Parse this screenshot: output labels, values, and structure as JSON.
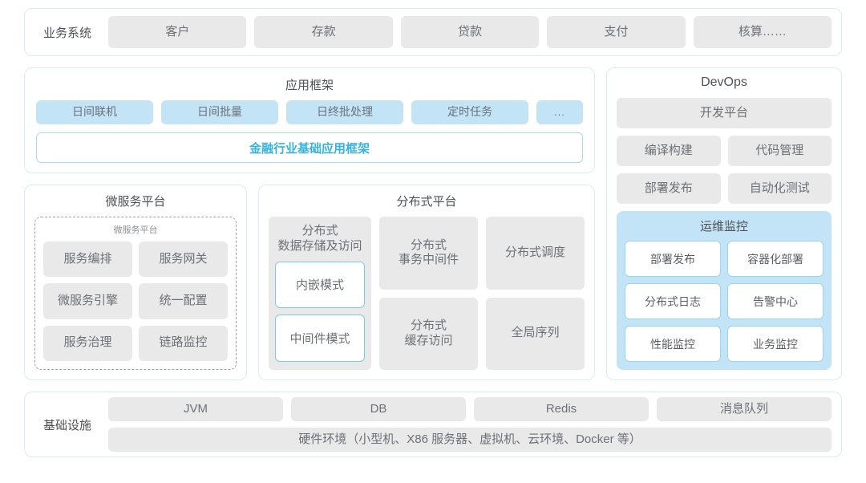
{
  "business_row": {
    "label": "业务系统",
    "items": [
      "客户",
      "存款",
      "贷款",
      "支付",
      "核算……"
    ]
  },
  "app_framework": {
    "title": "应用框架",
    "chips": [
      "日间联机",
      "日间批量",
      "日终批处理",
      "定时任务",
      "..."
    ],
    "finance_bar": "金融行业基础应用框架"
  },
  "micro_service": {
    "title": "微服务平台",
    "sub_title": "微服务平台",
    "items": [
      "服务编排",
      "服务网关",
      "微服务引擎",
      "统一配置",
      "服务治理",
      "链路监控"
    ]
  },
  "distributed": {
    "title": "分布式平台",
    "storage_caption": "分布式\n数据存储及访问",
    "storage_caption_line1": "分布式",
    "storage_caption_line2": "数据存储及访问",
    "modes": [
      "内嵌模式",
      "中间件模式"
    ],
    "grid": [
      {
        "line1": "分布式",
        "line2": "事务中间件"
      },
      {
        "line1": "分布式调度",
        "line2": ""
      },
      {
        "line1": "分布式",
        "line2": "缓存访问"
      },
      {
        "line1": "全局序列",
        "line2": ""
      }
    ]
  },
  "devops": {
    "title": "DevOps",
    "platform": "开发平台",
    "pairs": [
      "编译构建",
      "代码管理",
      "部署发布",
      "自动化测试"
    ],
    "ops_monitor": {
      "title": "运维监控",
      "items": [
        "部署发布",
        "容器化部署",
        "分布式日志",
        "告警中心",
        "性能监控",
        "业务监控"
      ]
    }
  },
  "infrastructure": {
    "label": "基础设施",
    "items": [
      "JVM",
      "DB",
      "Redis",
      "消息队列"
    ],
    "hardware": "硬件环境（小型机、X86 服务器、虚拟机、云环境、Docker 等）"
  },
  "colors": {
    "panel_border": "#d9ecf3",
    "chip_gray": "#e9e9e9",
    "chip_blue": "#c3e4f7",
    "accent_blue": "#35b3e0",
    "text_gray": "#6b7176"
  }
}
